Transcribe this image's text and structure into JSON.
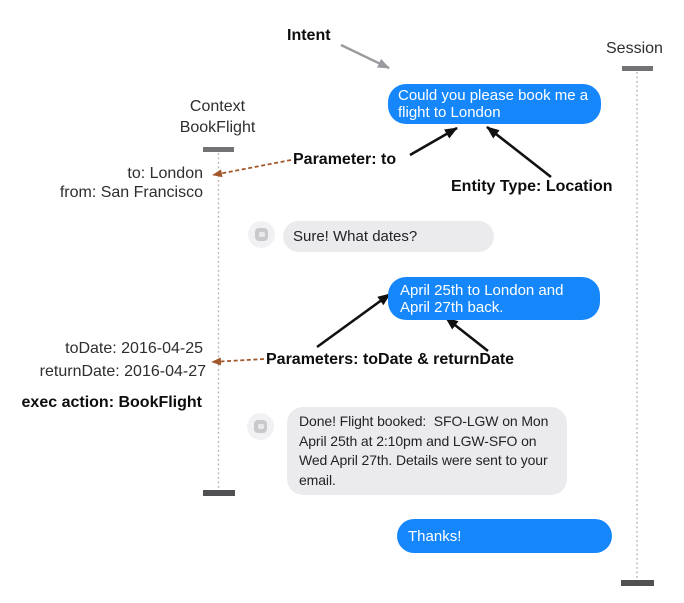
{
  "diagram_title": "chatbot intent and session diagram",
  "labels": {
    "intent": "Intent",
    "session": "Session",
    "context_line1": "Context",
    "context_line2": "BookFlight",
    "parameter_to": "Parameter: to",
    "entity_type": "Entity Type: Location",
    "parameters": "Parameters: toDate & returnDate",
    "exec_action": "exec action: BookFlight"
  },
  "context_values": {
    "to": "to: London",
    "from": "from: San Francisco",
    "to_date": "toDate: 2016-04-25",
    "return_date": "returnDate: 2016-04-27"
  },
  "conversation": {
    "messages": [
      {
        "sender": "user",
        "text": "Could you please book me a flight to London"
      },
      {
        "sender": "bot",
        "text": "Sure! What dates?"
      },
      {
        "sender": "user",
        "text": "April 25th to London and April 27th back."
      },
      {
        "sender": "bot",
        "text": "Done! Flight booked:  SFO-LGW on Mon April 25th at 2:10pm and LGW-SFO on Wed April 27th. Details were sent to your email."
      },
      {
        "sender": "user",
        "text": "Thanks!"
      }
    ]
  },
  "colors": {
    "user_bubble_blue": "#1687fb",
    "bot_bubble_gray": "#ebebed",
    "annotation_black": "#111111",
    "annotation_brown": "#a2582b",
    "arrow_gray": "#9b9b9f",
    "span_line_gray": "#b3b3b3",
    "span_cap_gray": "#6a6a6d"
  }
}
